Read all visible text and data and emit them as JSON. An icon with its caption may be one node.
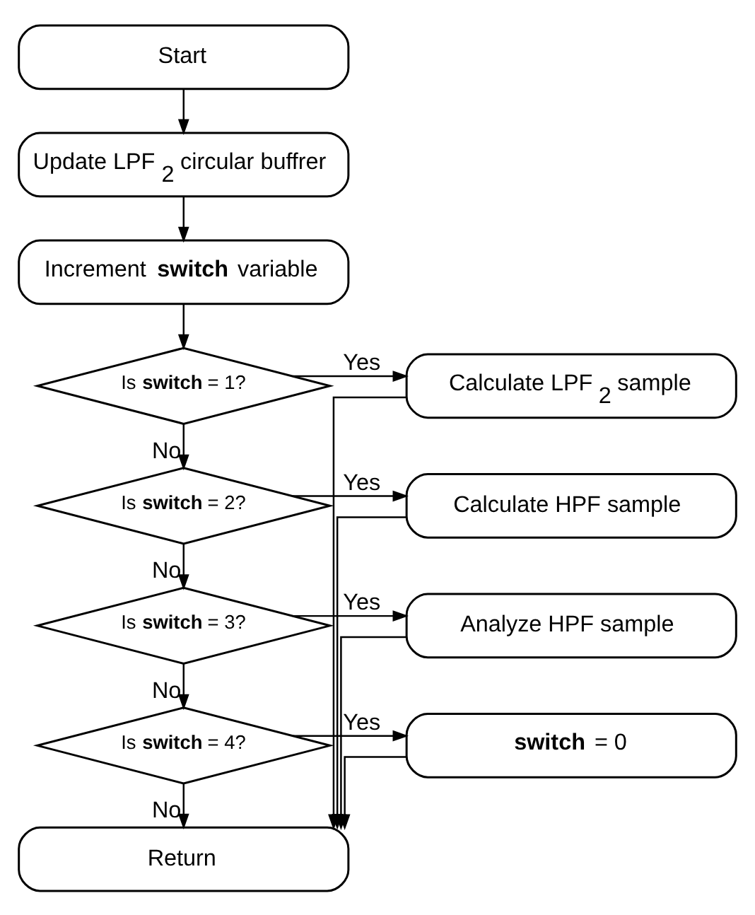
{
  "diagram": {
    "nodes": [
      {
        "text": [
          "Start"
        ]
      },
      {
        "text": [
          "Update LPF$_{2}$ circular buffrer"
        ]
      },
      {
        "text": [
          "Increment **switch** variable"
        ]
      },
      {
        "text": [
          "Is **switch** = 1?"
        ]
      },
      {
        "text": [
          "Calculate LPF$_{2}$ sample"
        ]
      },
      {
        "text": [
          "Is **switch** = 2?"
        ]
      },
      {
        "text": [
          "Calculate HPF sample"
        ]
      },
      {
        "text": [
          "Is **switch** = 3?"
        ]
      },
      {
        "text": [
          "Analyze HPF sample"
        ]
      },
      {
        "text": [
          "Is **switch** = 4?"
        ]
      },
      {
        "text": [
          "**switch** = 0"
        ]
      },
      {
        "text": [
          "Return"
        ]
      }
    ],
    "edges": [
      {
        "from": 0,
        "to": 1,
        "arrow": "to"
      },
      {
        "from": 1,
        "to": 2,
        "arrow": "to"
      },
      {
        "from": 2,
        "to": 3,
        "arrow": "to"
      },
      {
        "from": 3,
        "to": 4,
        "arrow": "to",
        "label": "Yes"
      },
      {
        "from": 3,
        "to": 5,
        "arrow": "to",
        "label": "No"
      },
      {
        "from": 5,
        "to": 6,
        "arrow": "to",
        "label": "Yes"
      },
      {
        "from": 5,
        "to": 7,
        "arrow": "to",
        "label": "No"
      },
      {
        "from": 7,
        "to": 8,
        "arrow": "to",
        "label": "Yes"
      },
      {
        "from": 7,
        "to": 9,
        "arrow": "to",
        "label": "No"
      },
      {
        "from": 9,
        "to": 10,
        "arrow": "to",
        "label": "Yes"
      },
      {
        "from": 9,
        "to": 11,
        "arrow": "to",
        "label": "No"
      },
      {
        "from": 4,
        "to": 11,
        "arrow": "to"
      },
      {
        "from": 6,
        "to": 11,
        "arrow": "to"
      },
      {
        "from": 8,
        "to": 11,
        "arrow": "to"
      },
      {
        "from": 10,
        "to": 11,
        "arrow": "to"
      }
    ]
  }
}
